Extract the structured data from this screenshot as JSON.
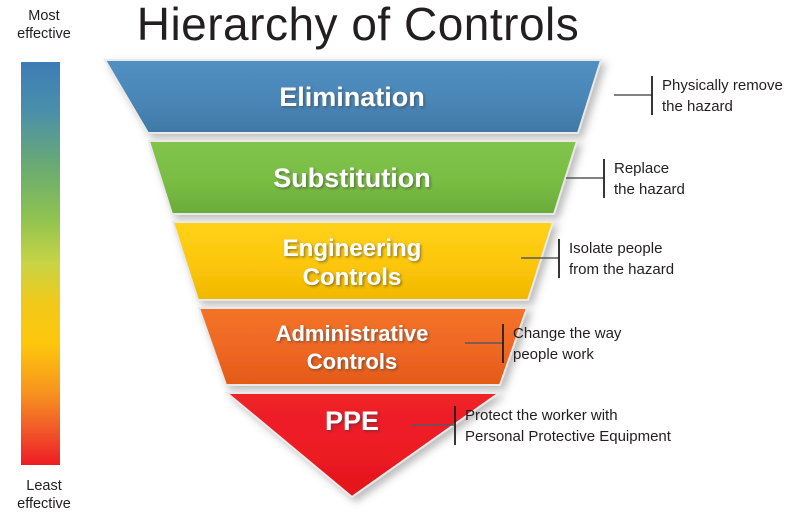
{
  "page": {
    "title": "Hierarchy of Controls",
    "background_color": "#ffffff"
  },
  "scale": {
    "top_label_line1": "Most",
    "top_label_line2": "effective",
    "bottom_label_line1": "Least",
    "bottom_label_line2": "effective",
    "gradient_stops": [
      "#3d7cb5",
      "#4a8fab",
      "#6aab72",
      "#8cc152",
      "#c8d444",
      "#f5c518",
      "#fdc70c",
      "#f7941e",
      "#f15a29",
      "#ed1c24"
    ]
  },
  "funnel": {
    "levels": [
      {
        "id": "elimination",
        "label": "Elimination",
        "label_lines": [
          "Elimination"
        ],
        "color": "#4a86b8",
        "color_dark": "#3f78a6",
        "callout_lines": [
          "Physically remove",
          "the hazard"
        ]
      },
      {
        "id": "substitution",
        "label": "Substitution",
        "label_lines": [
          "Substitution"
        ],
        "color": "#79bd43",
        "color_dark": "#6aab3a",
        "callout_lines": [
          "Replace",
          "the hazard"
        ]
      },
      {
        "id": "engineering-controls",
        "label": "Engineering Controls",
        "label_lines": [
          "Engineering",
          "Controls"
        ],
        "color": "#fcc60a",
        "color_dark": "#edb500",
        "callout_lines": [
          "Isolate people",
          "from the hazard"
        ]
      },
      {
        "id": "administrative-controls",
        "label": "Administrative Controls",
        "label_lines": [
          "Administrative",
          "Controls"
        ],
        "color": "#ef6724",
        "color_dark": "#e05a19",
        "callout_lines": [
          "Change the way",
          "people work"
        ]
      },
      {
        "id": "ppe",
        "label": "PPE",
        "label_lines": [
          "PPE"
        ],
        "color": "#ed1c24",
        "color_dark": "#dc1219",
        "callout_lines": [
          "Protect the worker with",
          "Personal Protective Equipment"
        ]
      }
    ]
  }
}
